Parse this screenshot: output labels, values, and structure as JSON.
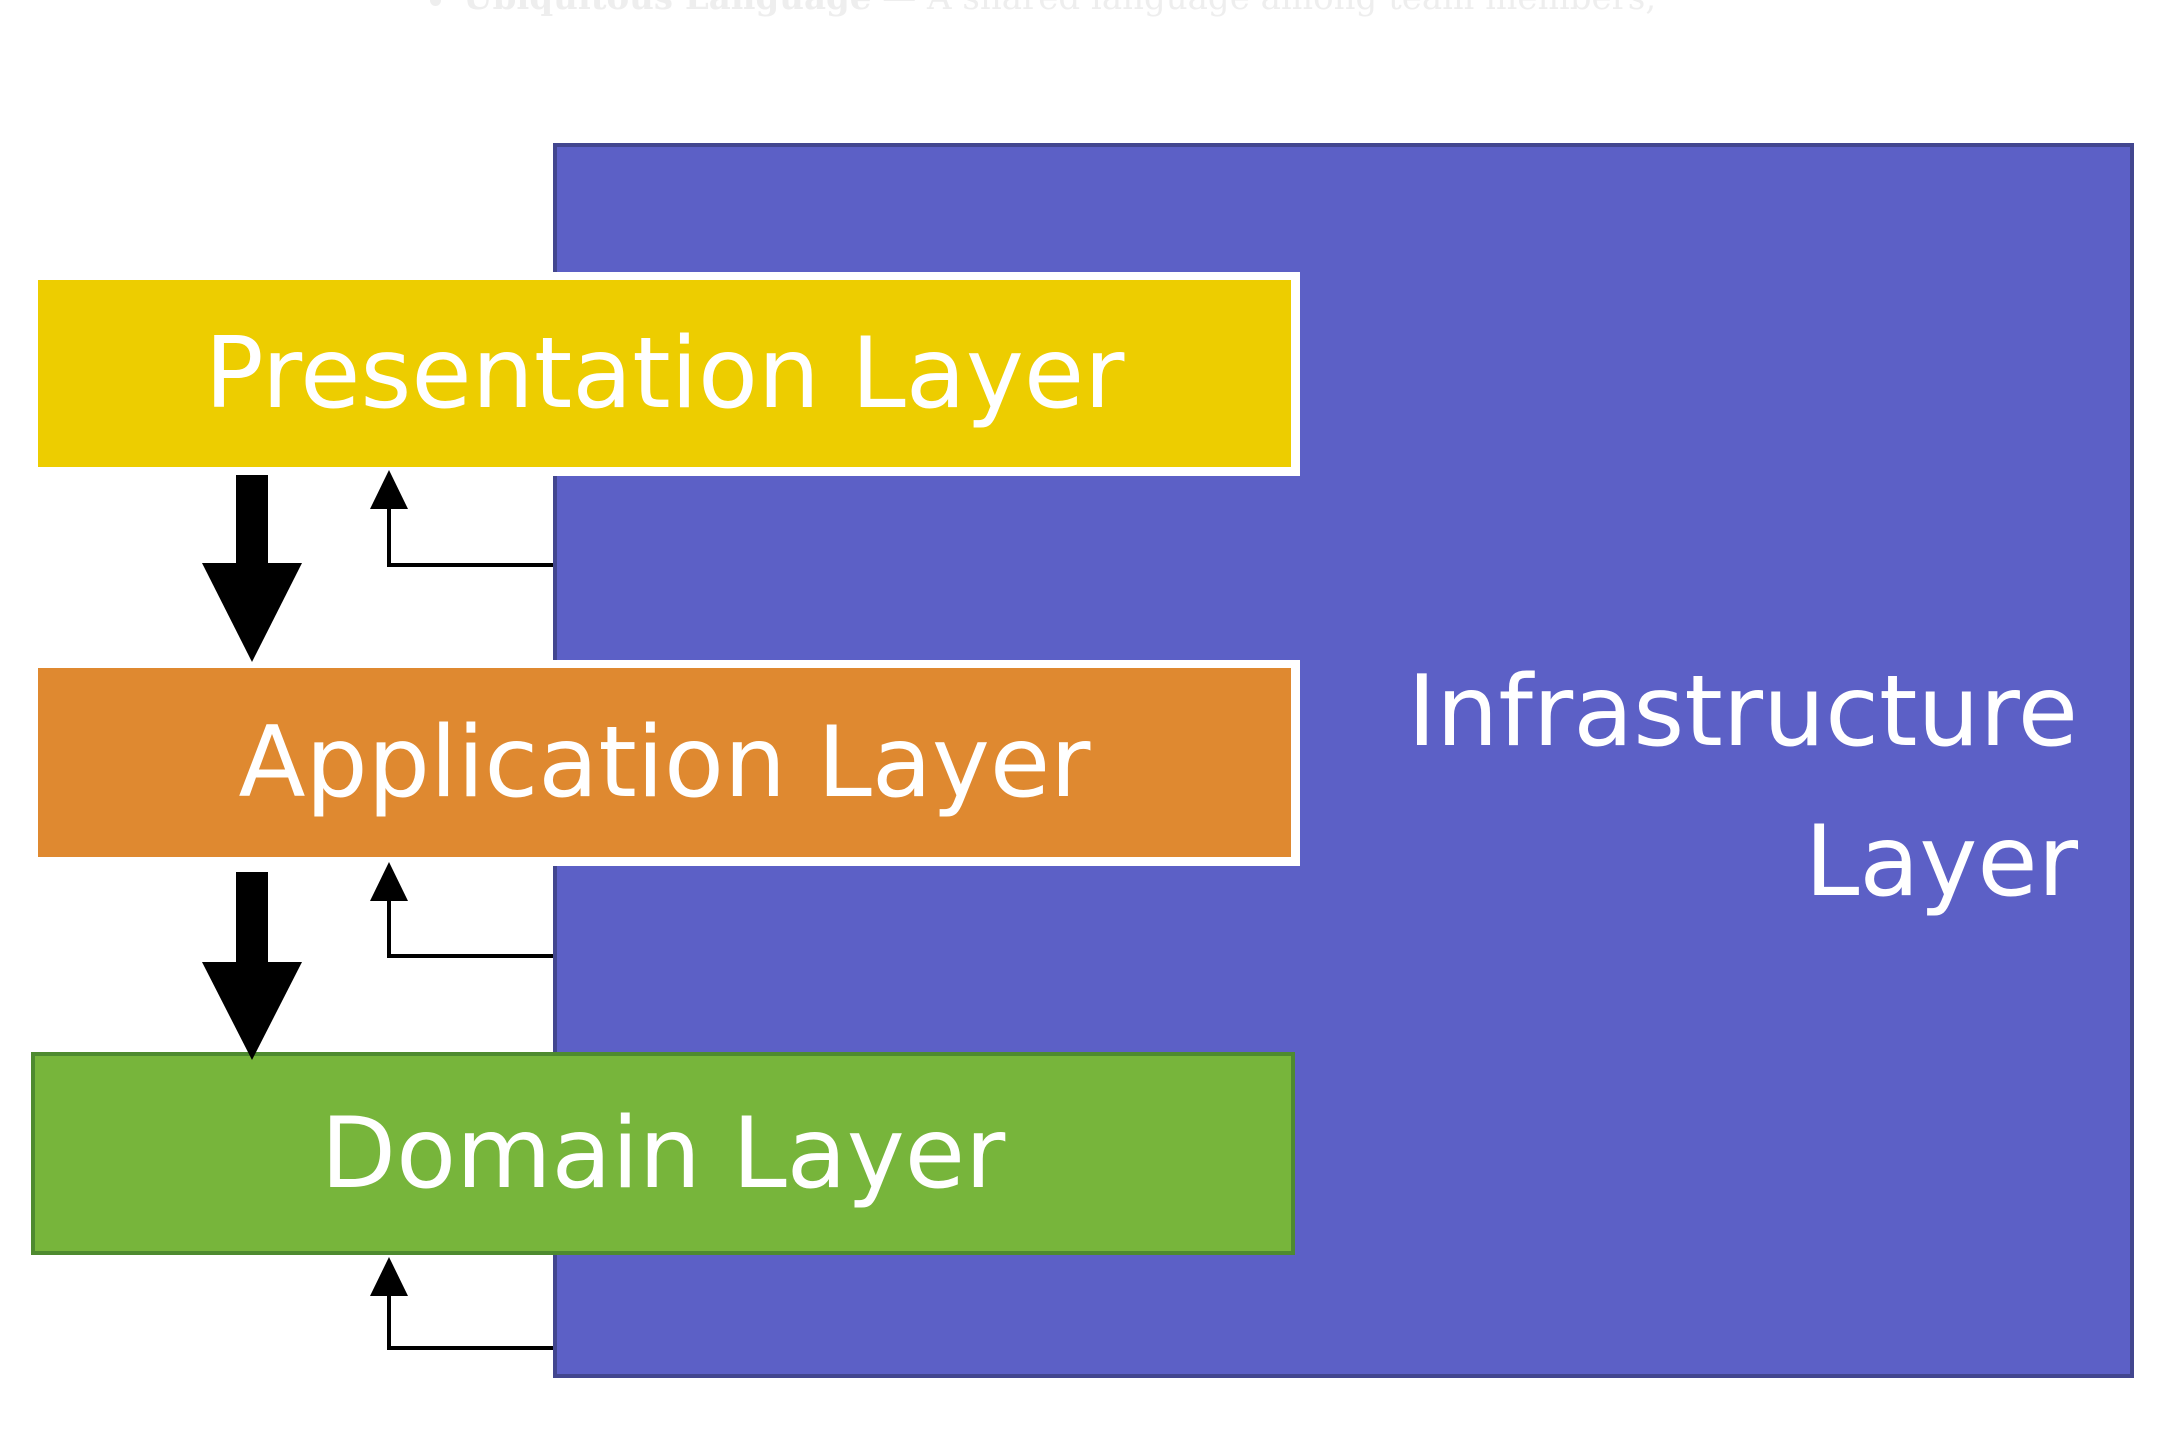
{
  "header_fragment": {
    "term": "Ubiquitous Language",
    "text": " — A shared language among team members,"
  },
  "diagram": {
    "layers": {
      "presentation": "Presentation Layer",
      "application": "Application Layer",
      "domain": "Domain Layer",
      "infrastructure": "Infrastructure\nLayer"
    },
    "colors": {
      "presentation": "#edcd00",
      "application": "#df8930",
      "domain": "#77b53b",
      "infrastructure": "#5c60c6",
      "arrow": "#000000"
    }
  }
}
